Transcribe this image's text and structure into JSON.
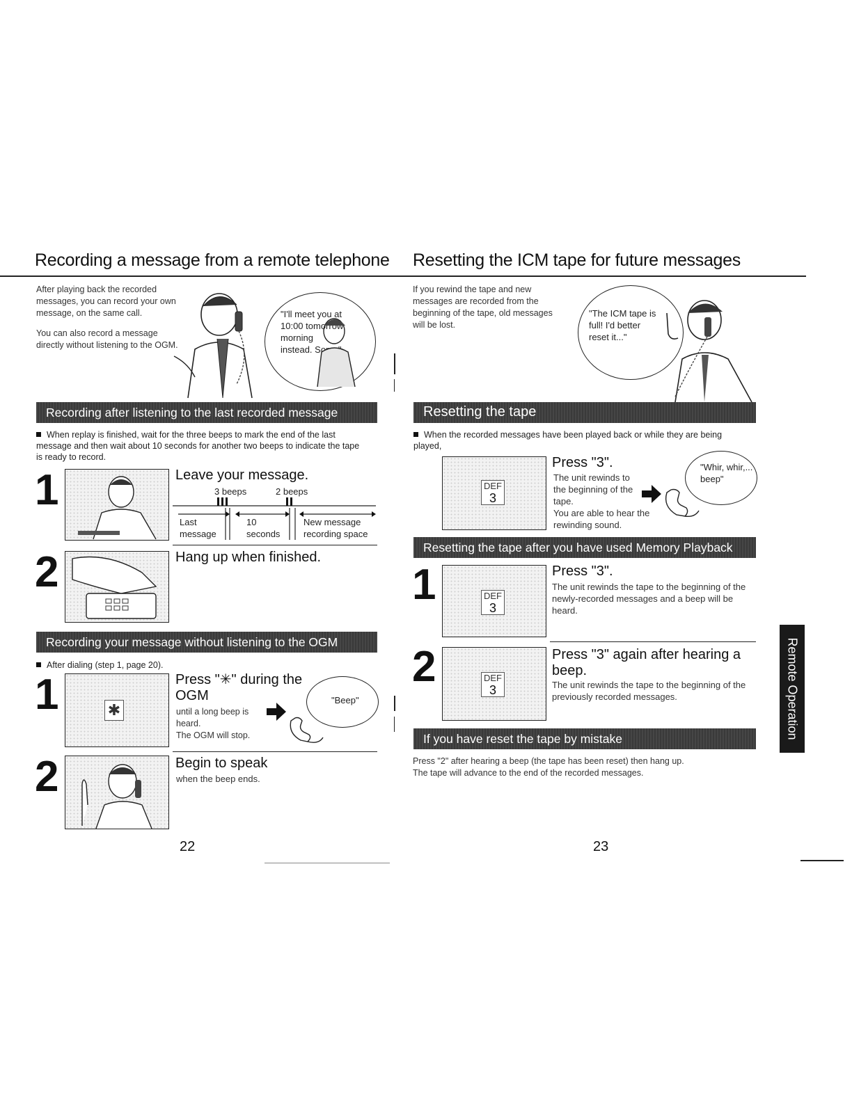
{
  "left": {
    "title": "Recording a message from a remote telephone",
    "intro_p1": "After playing back the recorded messages, you can record your own message, on the same call.",
    "intro_p2": "You can also record a message directly without listening to the OGM.",
    "speech_bubble": "\"I'll meet you at 10:00 tomorrow morning instead. Sorry.\"",
    "section1": {
      "band_title": "Recording after listening to the last recorded message",
      "bullet": "When replay is finished, wait for the three beeps to mark the end of the last message and then wait about 10 seconds for another two beeps to indicate the tape is ready to record.",
      "step1": {
        "number": "1",
        "heading": "Leave your message.",
        "timeline": {
          "beeps_a": "3 beeps",
          "beeps_b": "2 beeps",
          "seg1": "Last message",
          "seg2": "10 seconds",
          "seg3": "New message recording space"
        }
      },
      "step2": {
        "number": "2",
        "heading": "Hang up when finished."
      }
    },
    "section2": {
      "band_title": "Recording your message without listening to the OGM",
      "bullet": "After dialing (step 1, page 20).",
      "step1": {
        "number": "1",
        "heading": "Press \"✳\" during the OGM",
        "body1": "until a long beep is heard.",
        "body2": "The OGM will stop.",
        "key_label": "✱",
        "bubble": "\"Beep\""
      },
      "step2": {
        "number": "2",
        "heading": "Begin to speak",
        "body": "when the beep ends."
      }
    },
    "page_number": "22"
  },
  "right": {
    "title": "Resetting the ICM tape for future messages",
    "intro": "If you rewind the tape and new messages are recorded from the beginning of the tape, old messages will be lost.",
    "speech_bubble": "\"The ICM tape is full! I'd better reset it...\"",
    "section1": {
      "band_title": "Resetting the tape",
      "bullet": "When the recorded messages have been played back or while they are being played,",
      "step": {
        "heading": "Press \"3\".",
        "body1": "The unit rewinds to the beginning of the tape.",
        "body2": "You are able to hear the rewinding sound.",
        "key_top": "DEF",
        "key_num": "3",
        "bubble": "\"Whir, whir,... beep\""
      }
    },
    "section2": {
      "band_title": "Resetting the tape after you have used Memory Playback",
      "step1": {
        "number": "1",
        "heading": "Press \"3\".",
        "body": "The unit rewinds the tape to the beginning of the newly-recorded messages and a beep will be heard.",
        "key_top": "DEF",
        "key_num": "3"
      },
      "step2": {
        "number": "2",
        "heading": "Press \"3\" again after hearing a beep.",
        "body": "The unit rewinds the tape to the beginning of the previously recorded messages.",
        "key_top": "DEF",
        "key_num": "3"
      }
    },
    "section3": {
      "band_title": "If you have reset the tape by mistake",
      "line1": "Press \"2\" after hearing a beep (the tape has been reset) then hang up.",
      "line2": "The tape will advance to the end of the recorded messages."
    },
    "page_number": "23",
    "side_tab": "Remote Operation"
  },
  "colors": {
    "band": "#3a3a3a",
    "text": "#111111",
    "tab": "#1a1a1a"
  }
}
